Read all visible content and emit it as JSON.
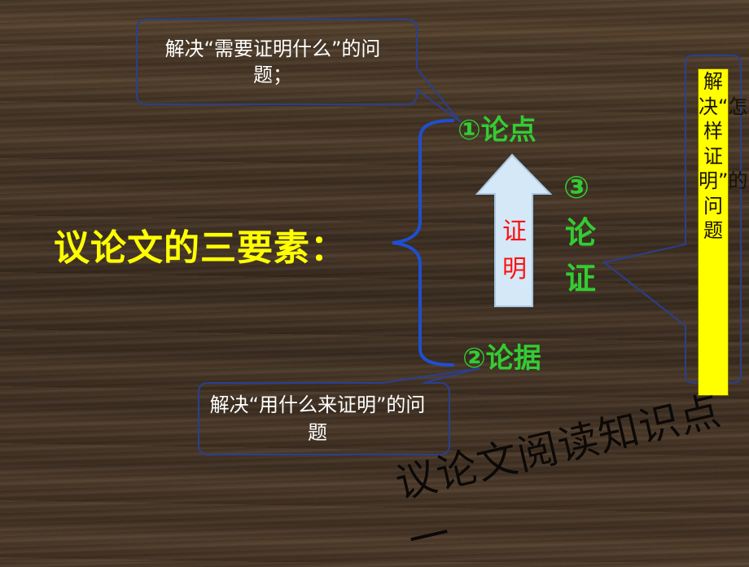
{
  "title": "议论文的三要素：",
  "elements": {
    "thesis": "①论点",
    "evidence": "②论据",
    "argument_num": "③",
    "argument_label": "论证",
    "arrow_label": "证明"
  },
  "callouts": {
    "thesis": "解决“需要证明什么”的问题；",
    "evidence": "解决“用什么来证明”的问题",
    "argument": "解决“怎样证明”的问题"
  },
  "footer": "议论文阅读知识点一",
  "colors": {
    "title": "#ffff00",
    "element": "#33cc33",
    "arrow_label": "#ff1111",
    "brace": "#1f4fd0",
    "arrow_fill": "#d4e8f7",
    "callout_border": "#2a3f8f",
    "argument_note_bg": "#ffff00"
  }
}
